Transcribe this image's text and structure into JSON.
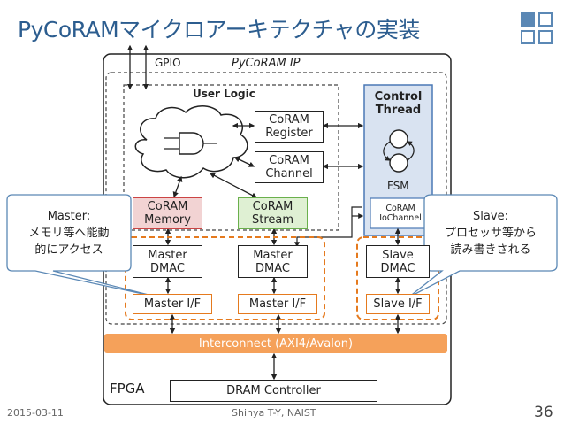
{
  "slide": {
    "title": "PyCoRAMマイクロアーキテクチャの実装",
    "footer_date": "2015-03-11",
    "footer_author": "Shinya T-Y, NAIST",
    "page_number": "36"
  },
  "diagram": {
    "gpio": "GPIO",
    "pycoram_ip": "PyCoRAM IP",
    "user_logic": "User Logic",
    "control_thread_line1": "Control",
    "control_thread_line2": "Thread",
    "fsm": "FSM",
    "coram_register_line1": "CoRAM",
    "coram_register_line2": "Register",
    "coram_channel_line1": "CoRAM",
    "coram_channel_line2": "Channel",
    "coram_memory_line1": "CoRAM",
    "coram_memory_line2": "Memory",
    "coram_stream_line1": "CoRAM",
    "coram_stream_line2": "Stream",
    "coram_iochannel_line1": "CoRAM",
    "coram_iochannel_line2": "IoChannel",
    "master_dmac_1_line1": "Master",
    "master_dmac_1_line2": "DMAC",
    "master_dmac_2_line1": "Master",
    "master_dmac_2_line2": "DMAC",
    "slave_dmac_line1": "Slave",
    "slave_dmac_line2": "DMAC",
    "master_if_1": "Master I/F",
    "master_if_2": "Master I/F",
    "slave_if": "Slave I/F",
    "interconnect": "Interconnect (AXI4/Avalon)",
    "fpga": "FPGA",
    "dram_controller": "DRAM Controller",
    "callout_master_line1": "Master:",
    "callout_master_line2": "メモリ等へ能動",
    "callout_master_line3": "的にアクセス",
    "callout_slave_line1": "Slave:",
    "callout_slave_line2": "プロセッサ等から",
    "callout_slave_line3": "読み書きされる"
  },
  "colors": {
    "title": "#2c5d8f",
    "control_thread_fill": "#d9e3f1",
    "control_thread_border": "#4a78b5",
    "interconnect_fill": "#f5a15a",
    "orange_border": "#e57a1e",
    "coram_memory_fill": "#f2d3d3",
    "coram_stream_fill": "#dff0d3"
  }
}
